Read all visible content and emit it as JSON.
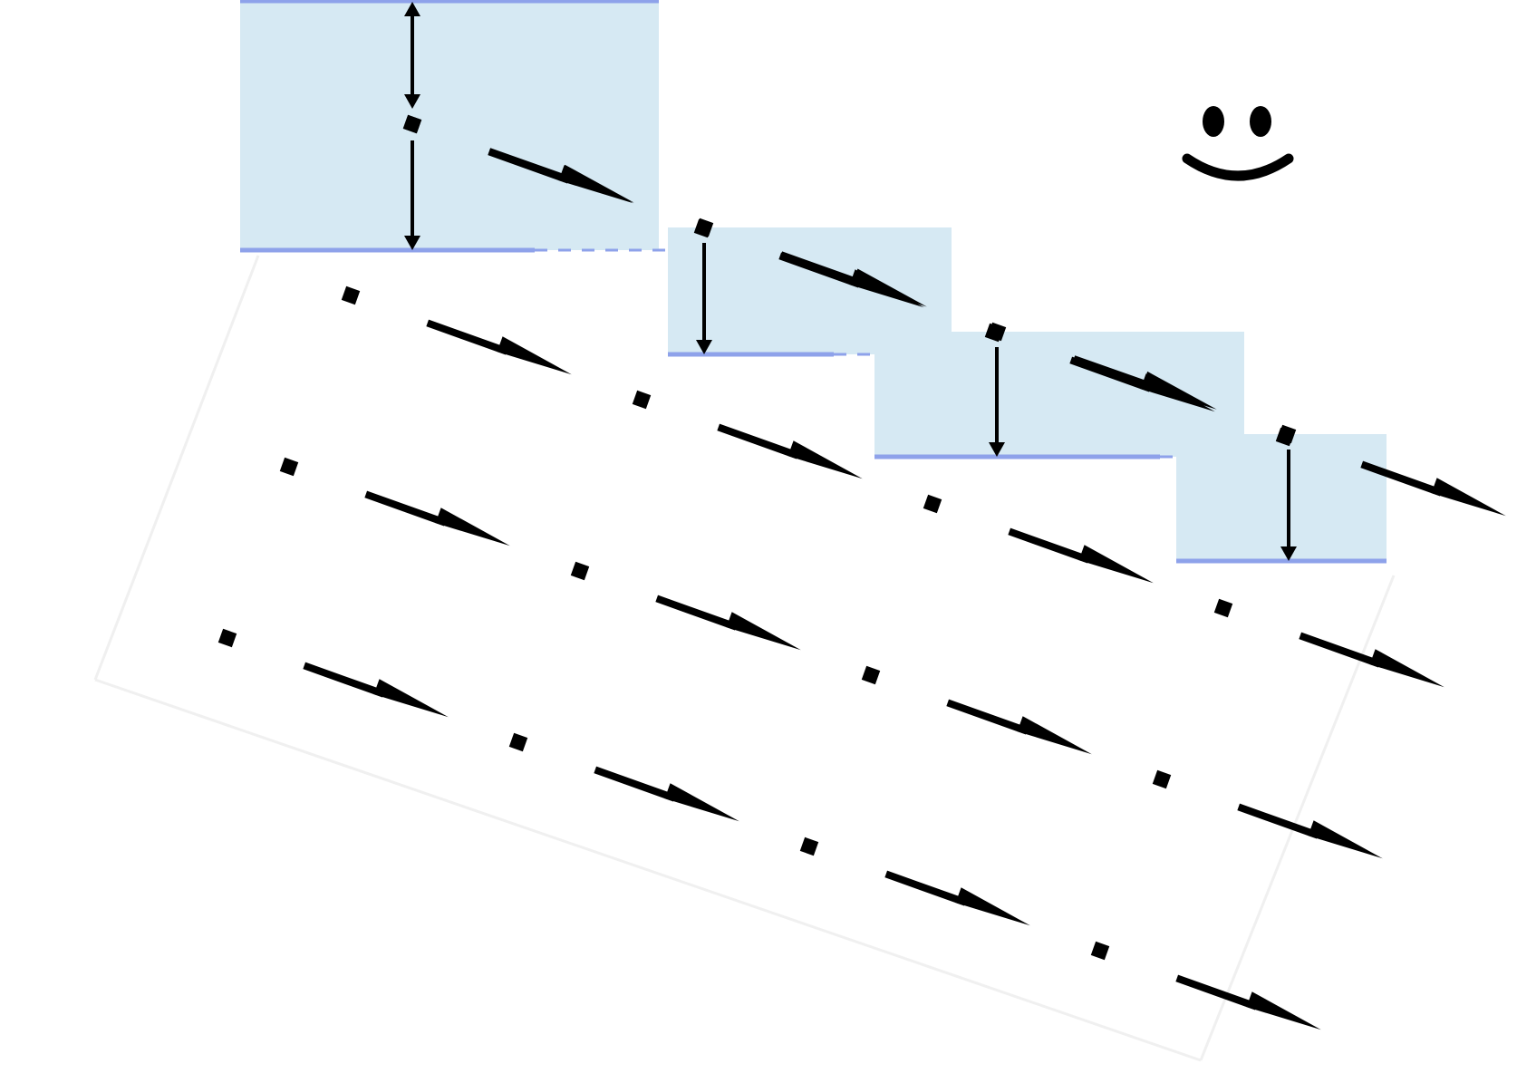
{
  "diagram": {
    "type": "staircase-lattice",
    "fill_color": "#d6e9f3",
    "level_line_color": "#8ea2ea",
    "mark_color": "#000000",
    "lattice": {
      "rows": 4,
      "points_per_row": 4
    },
    "steps": 4,
    "icon": "smiley-face-icon"
  }
}
